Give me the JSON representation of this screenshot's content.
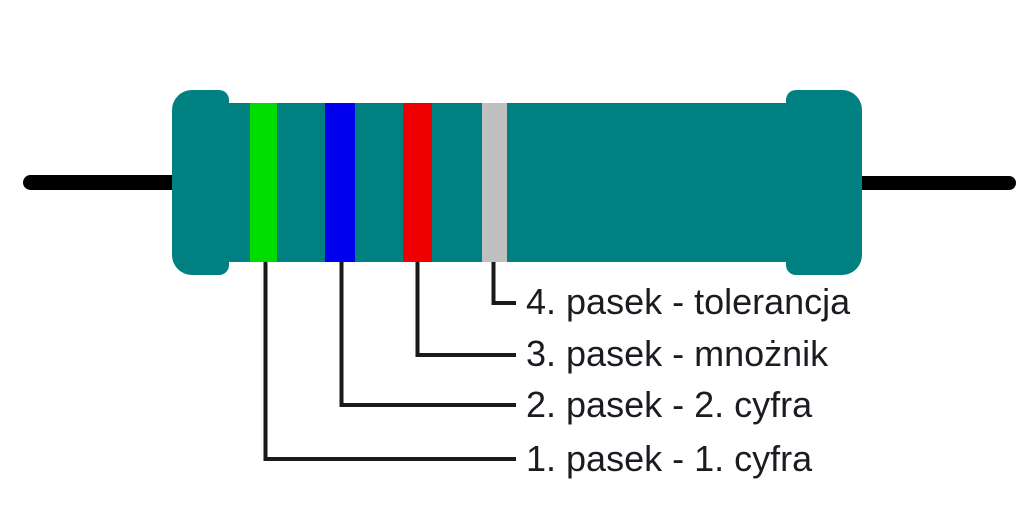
{
  "colors": {
    "background": "#ffffff",
    "body": "#008080",
    "lead": "#000000",
    "leader_line": "#1a1a1a",
    "label_text": "#1b1b22"
  },
  "resistor": {
    "bands": [
      {
        "number": "1",
        "color": "#00dc00",
        "color_name": "green",
        "label": "1. pasek - 1. cyfra"
      },
      {
        "number": "2",
        "color": "#0000ee",
        "color_name": "blue",
        "label": "2. pasek - 2. cyfra"
      },
      {
        "number": "3",
        "color": "#ee0000",
        "color_name": "red",
        "label": "3. pasek - mnożnik"
      },
      {
        "number": "4",
        "color": "#c0c0c0",
        "color_name": "silver",
        "label": "4. pasek - tolerancja"
      }
    ]
  }
}
